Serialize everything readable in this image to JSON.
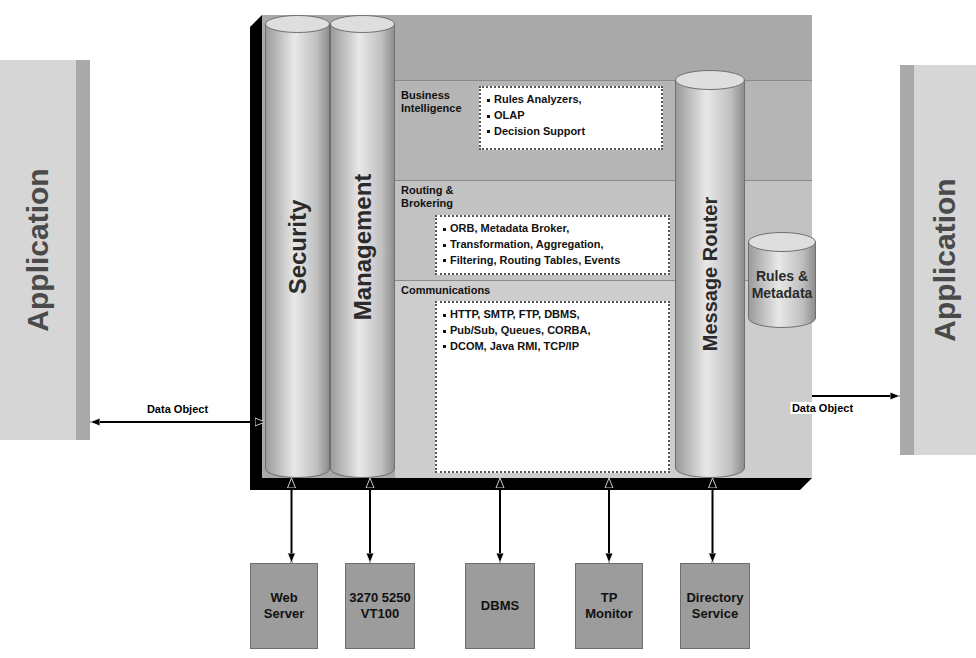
{
  "diagram": {
    "nodes": [
      {
        "text": [
          "Application"
        ]
      },
      {
        "text": [
          "Security"
        ]
      },
      {
        "text": [
          "Management"
        ]
      },
      {
        "text": [
          "Business Intelligence"
        ]
      },
      {
        "text": [
          "Rules Analyzers,",
          "OLAP",
          "Decision Support"
        ],
        "in": 3
      },
      {
        "text": [
          "Routing & Brokering"
        ]
      },
      {
        "text": [
          "ORB, Metadata Broker,",
          "Transformation, Aggregation,",
          "Filtering, Routing Tables, Events"
        ],
        "in": 5
      },
      {
        "text": [
          "Communications"
        ]
      },
      {
        "text": [
          "HTTP, SMTP, FTP, DBMS,",
          "Pub/Sub, Queues, CORBA,",
          "DCOM, Java RMI, TCP/IP"
        ],
        "in": 7
      },
      {
        "text": [
          "Message Router"
        ]
      },
      {
        "text": [
          "Rules & Metadata"
        ]
      },
      {
        "text": [
          "Application"
        ]
      },
      {
        "text": [
          "Web Server"
        ]
      },
      {
        "text": [
          "3270 5250 VT100"
        ]
      },
      {
        "text": [
          "DBMS"
        ]
      },
      {
        "text": [
          "TP Monitor"
        ]
      },
      {
        "text": [
          "Directory Service"
        ]
      }
    ],
    "edges": [
      {
        "from": 0,
        "to": 1,
        "label": "Data Object",
        "arrow": "both"
      },
      {
        "from": 9,
        "to": 11,
        "label": "Data Object",
        "arrow": "both"
      },
      {
        "from": 12,
        "to": 1,
        "arrow": "both"
      },
      {
        "from": 13,
        "to": 2,
        "arrow": "both"
      },
      {
        "from": 14,
        "to": 7,
        "arrow": "both"
      },
      {
        "from": 15,
        "to": 7,
        "arrow": "both"
      },
      {
        "from": 16,
        "to": 9,
        "arrow": "both"
      }
    ]
  }
}
